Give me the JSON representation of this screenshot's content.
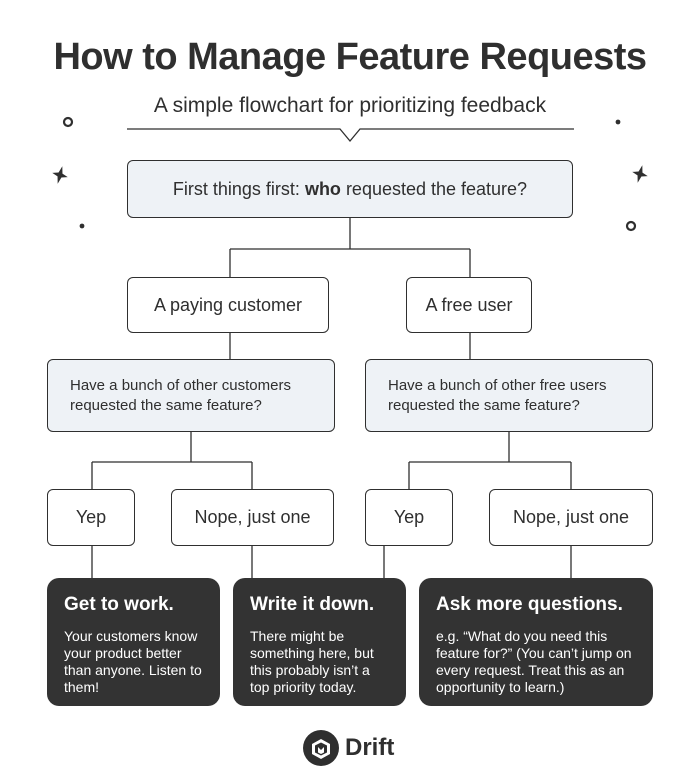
{
  "header": {
    "title": "How to Manage Feature Requests",
    "subtitle": "A simple flowchart for prioritizing feedback"
  },
  "flow": {
    "root": {
      "prefix": "First things first: ",
      "bold": "who",
      "suffix": " requested the feature?"
    },
    "paying_customer": "A paying customer",
    "free_user": "A free user",
    "question_customers": "Have a bunch of other customers requested the same feature?",
    "question_free_users": "Have a bunch of other free users requested the same feature?",
    "left_yes": "Yep",
    "left_no": "Nope, just one",
    "right_yes": "Yep",
    "right_no": "Nope, just one"
  },
  "outcomes": [
    {
      "title": "Get to work.",
      "body": "Your customers know your product better than anyone. Listen to them!"
    },
    {
      "title": "Write it down.",
      "body": "There might be something here, but this probably isn’t a top priority today."
    },
    {
      "title": "Ask more questions.",
      "body": "e.g. “What do you need this feature for?” (You can’t jump on every request. Treat this as an opportunity to learn.)"
    }
  ],
  "brand": {
    "name": "Drift"
  },
  "colors": {
    "ink": "#2f2f2f",
    "shaded_box": "#eef2f6",
    "dark_box": "#333333"
  }
}
